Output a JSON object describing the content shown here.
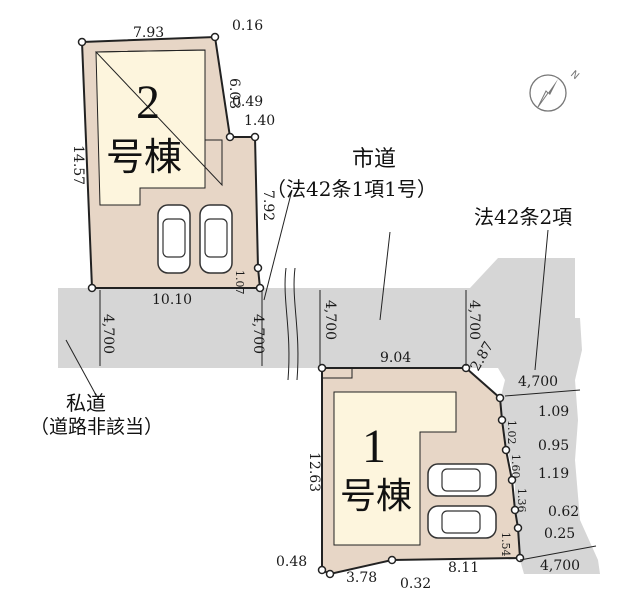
{
  "colors": {
    "road": "#d6d6d6",
    "lot": "#e7d6c6",
    "building": "#fdf5dd",
    "line": "#222222"
  },
  "lot2": {
    "number": "2",
    "suffix": "号棟",
    "dims": {
      "top": "7.93",
      "corner_top_right": "0.16",
      "right_upper": "6.03",
      "notch_a": "0.49",
      "notch_b": "1.40",
      "left": "14.57",
      "right_lower": "7.92",
      "bottom_small": "1.07",
      "bottom": "10.10"
    }
  },
  "lot1": {
    "number": "1",
    "suffix": "号棟",
    "dims": {
      "top": "9.04",
      "corner": "2.87",
      "left": "12.63",
      "r1": "1.09",
      "r1b": "1.02",
      "r2": "0.95",
      "r2b": "1.60",
      "r3": "1.19",
      "r3b": "1.36",
      "r4": "0.62",
      "r4b": "1.54",
      "r5": "0.25",
      "bottom_left": "0.48",
      "bottom_a": "3.78",
      "bottom_b": "0.32",
      "bottom_c": "8.11"
    }
  },
  "roads": {
    "city_road_title": "市道",
    "city_road_sub": "（法42条1項1号）",
    "art42_2": "法42条2項",
    "private_road": "私道",
    "private_road_sub": "（道路非該当）",
    "width_1": "4,700",
    "width_2": "4,700",
    "width_3": "4,700",
    "width_4": "4,700",
    "width_right_top": "4,700",
    "width_right_bottom": "4,700"
  },
  "compass": {
    "letter": "N"
  }
}
